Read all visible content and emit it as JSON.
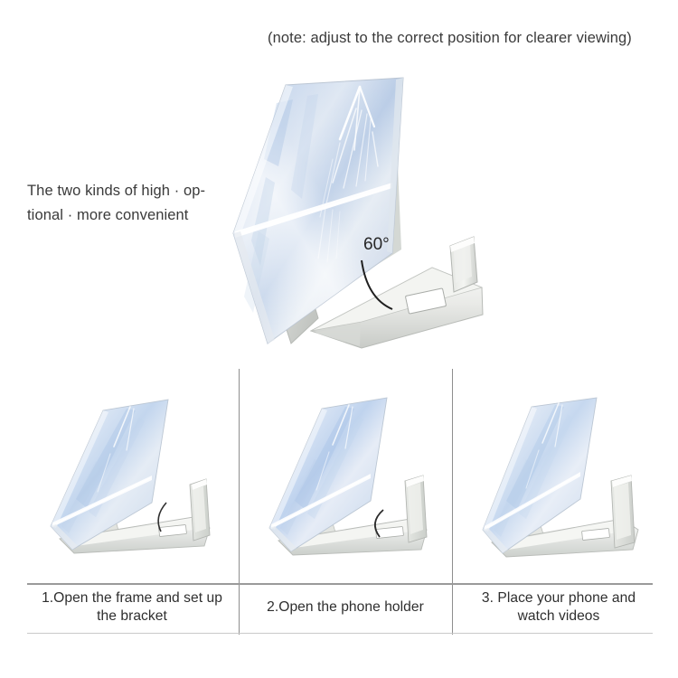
{
  "page": {
    "background": "#ffffff",
    "note": "(note: adjust to the correct position for clearer viewing)",
    "side_text_line1": "The two kinds of high · op-",
    "side_text_line2": "tional · more convenient",
    "angle_label": "60°"
  },
  "colors": {
    "text": "#2b2b2b",
    "divider": "#8e8e8e",
    "rule": "#9a9a9a",
    "lens_blue": "#bfd0e8",
    "lens_pale": "#e8eef6",
    "plastic_white": "#f2f2f1",
    "plastic_shade": "#c9cbc9",
    "highlight": "#ffffff"
  },
  "hero": {
    "name": "phone-screen-magnifier-60-degree",
    "angle": "60°",
    "parts": [
      "lens-panel",
      "base-plate",
      "phone-holder-flap",
      "rear-support-leg",
      "cutout-slot"
    ]
  },
  "steps": [
    {
      "index": "1",
      "caption_line1": "1.Open the frame and set up",
      "caption_line2": "the bracket",
      "image_name": "step-1-frame-open"
    },
    {
      "index": "2",
      "caption_line1": "2.Open the phone holder",
      "caption_line2": "",
      "image_name": "step-2-phone-holder-open"
    },
    {
      "index": "3",
      "caption_line1": "3. Place your phone and",
      "caption_line2": "watch videos",
      "image_name": "step-3-place-phone"
    }
  ]
}
